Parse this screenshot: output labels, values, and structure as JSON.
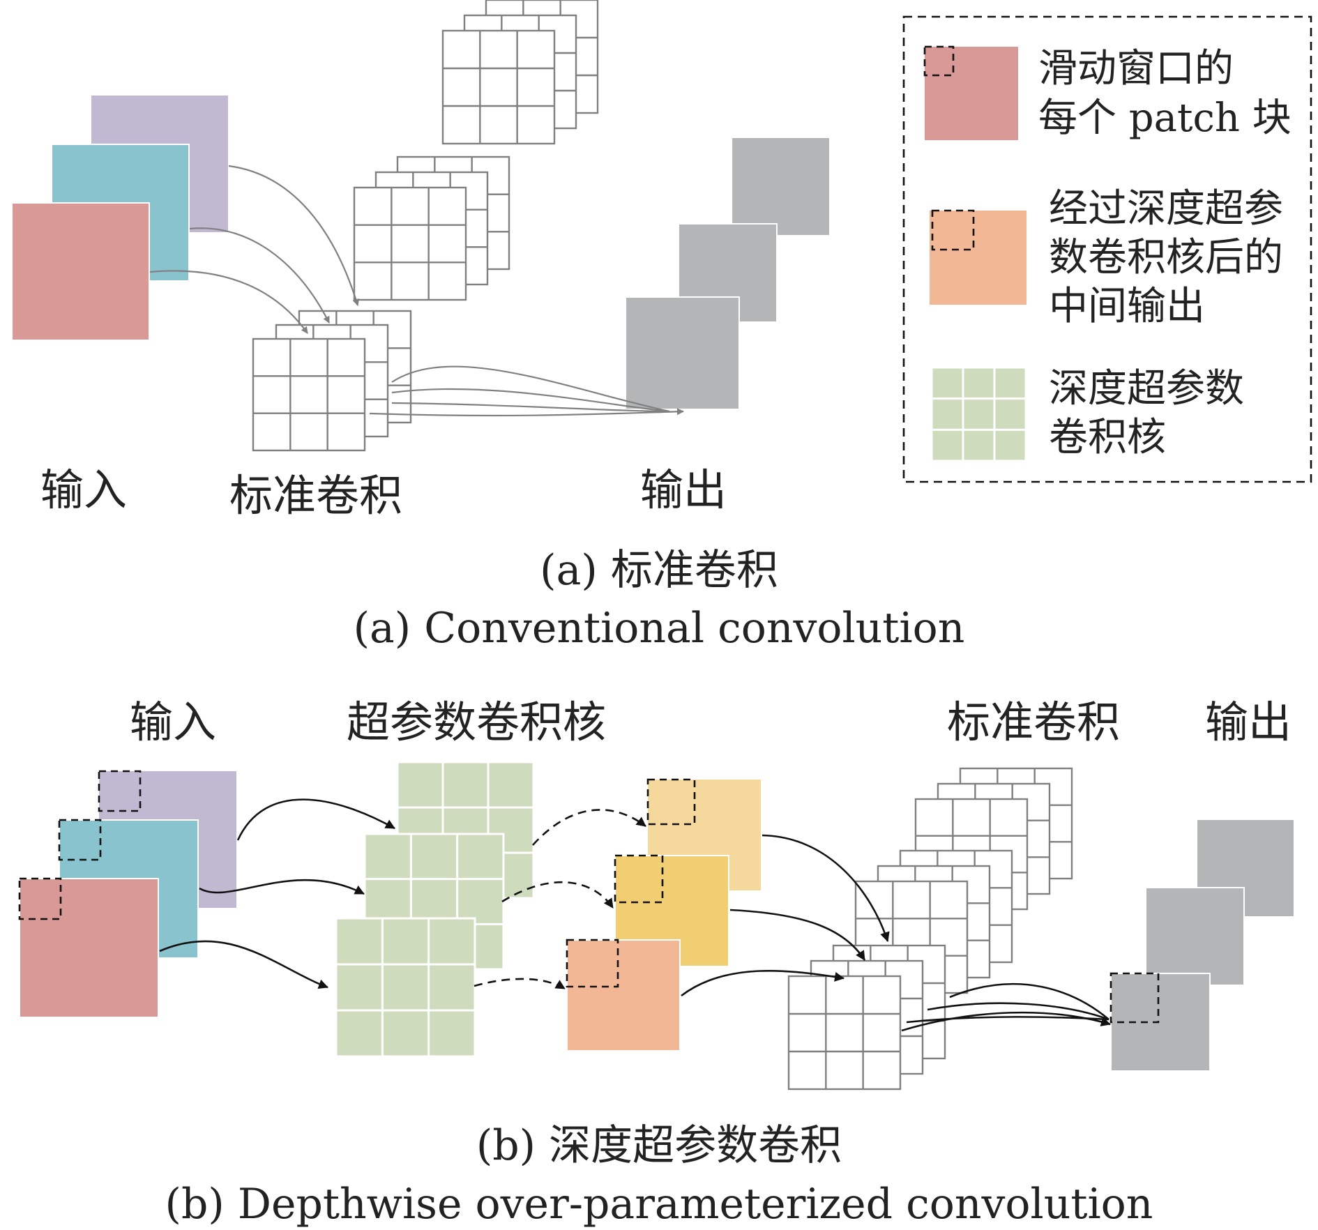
{
  "labels": {
    "a_input": "输入",
    "a_conv": "标准卷积",
    "a_output": "输出",
    "b_input": "输入",
    "b_kernel": "超参数卷积核",
    "b_conv": "标准卷积",
    "b_output": "输出"
  },
  "legend": {
    "patch_line1": "滑动窗口的",
    "patch_line2": "每个 patch 块",
    "mid_line1": "经过深度超参",
    "mid_line2": "数卷积核后的",
    "mid_line3": "中间输出",
    "kernel_line1": "深度超参数",
    "kernel_line2": "卷积核"
  },
  "captions": {
    "a_cn": "(a) 标准卷积",
    "a_en": "(a) Conventional convolution",
    "b_cn": "(b) 深度超参数卷积",
    "b_en": "(b) Depthwise over-parameterized convolution"
  },
  "colors": {
    "purple": "#c1b8d2",
    "teal": "#88c3ce",
    "red": "#d89997",
    "gray": "#b4b5b7",
    "green": "#cfdbbd",
    "light_orange": "#f5d89c",
    "yellow": "#f2ce72",
    "peach": "#f2b795",
    "grid_line": "#7f7f7f",
    "arrow_gray": "#808080",
    "arrow_black": "#111111"
  }
}
